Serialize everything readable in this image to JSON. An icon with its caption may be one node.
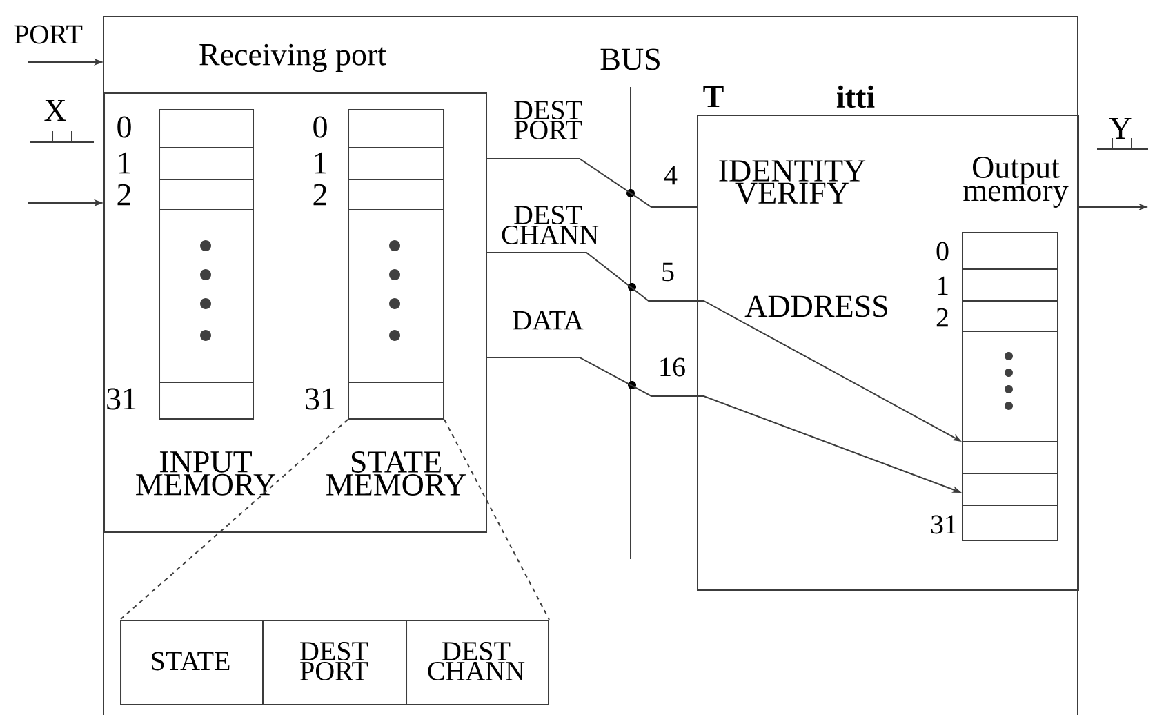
{
  "diagram": {
    "nodes": [
      {
        "text": [],
        "shape": "box"
      },
      {
        "text": [
          "Receiving port"
        ],
        "in": 0
      },
      {
        "text": [
          "INPUT MEMORY"
        ],
        "in": 1,
        "beside": [
          "0",
          "1",
          "2",
          "31"
        ]
      },
      {
        "text": [
          "STATE MEMORY"
        ],
        "in": 1,
        "beside": [
          "0",
          "1",
          "2",
          "31"
        ]
      },
      {
        "text": [
          "T",
          "itti"
        ],
        "in": 0
      },
      {
        "text": [
          "Output memory"
        ],
        "in": 4,
        "beside": [
          "0",
          "1",
          "2",
          "31"
        ]
      },
      {
        "text": [
          "STATE"
        ],
        "in": 0
      },
      {
        "text": [
          "DEST PORT"
        ],
        "in": 0
      },
      {
        "text": [
          "DEST CHANN"
        ],
        "in": 0
      }
    ],
    "edges": [
      {
        "from": null,
        "to": 0,
        "arrow": "to",
        "label": "PORT"
      },
      {
        "from": null,
        "to": 1,
        "arrow": "to"
      },
      {
        "from": 4,
        "to": null,
        "arrow": "to"
      },
      {
        "from": 1,
        "to": 4,
        "arrow": "none",
        "label": "DEST PORT"
      },
      {
        "from": 1,
        "to": 5,
        "arrow": "to",
        "label": "DEST CHANN"
      },
      {
        "from": 1,
        "to": 5,
        "arrow": "to",
        "label": "DATA"
      },
      {
        "from": 3,
        "to": 6,
        "arrow": "none",
        "style": "dashed"
      },
      {
        "from": 3,
        "to": 8,
        "arrow": "none",
        "style": "dashed"
      }
    ],
    "labels": [
      "X",
      "BUS",
      "4",
      "IDENTITY VERIFY",
      "Y",
      "5",
      "16",
      "ADDRESS"
    ]
  }
}
